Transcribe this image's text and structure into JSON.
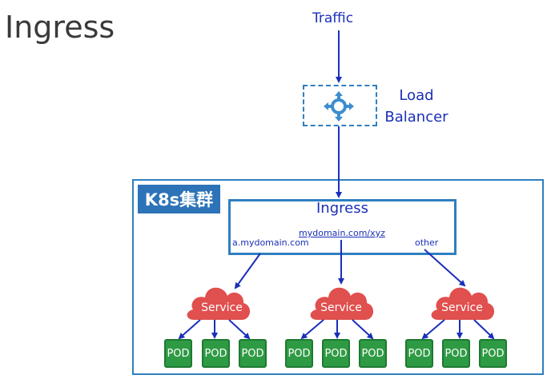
{
  "title": "Ingress",
  "traffic": {
    "label": "Traffic"
  },
  "load_balancer": {
    "line1": "Load",
    "line2": "Balancer",
    "icon": "load-balancer-icon"
  },
  "cluster": {
    "label": "K8s集群"
  },
  "ingress": {
    "label": "Ingress",
    "rules": {
      "a": "a.mydomain.com",
      "xyz": "mydomain.com/xyz",
      "other": "other"
    }
  },
  "services": [
    {
      "label": "Service",
      "pods": [
        "POD",
        "POD",
        "POD"
      ]
    },
    {
      "label": "Service",
      "pods": [
        "POD",
        "POD",
        "POD"
      ]
    },
    {
      "label": "Service",
      "pods": [
        "POD",
        "POD",
        "POD"
      ]
    }
  ],
  "colors": {
    "arrow": "#1a2fb8",
    "box_border": "#2f7fc0",
    "cloud": "#e0504e",
    "pod": "#2f9a44",
    "cluster_tag": "#2d73b8"
  }
}
